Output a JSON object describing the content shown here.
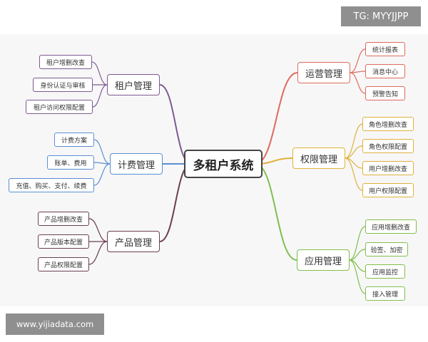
{
  "watermark_top": "TG: MYYJJPP",
  "watermark_bottom": "www.yijiadata.com",
  "center": "多租户系统",
  "branches": {
    "tenant": {
      "label": "租户管理",
      "color": "#7e5a93",
      "items": [
        "租户增删改查",
        "身份认证与审核",
        "租户访问权限配置"
      ]
    },
    "billing": {
      "label": "计费管理",
      "color": "#5b8fd1",
      "items": [
        "计费方案",
        "账单、费用",
        "充值、购买、支付、续费"
      ]
    },
    "product": {
      "label": "产品管理",
      "color": "#6b3f54",
      "items": [
        "产品增删改查",
        "产品版本配置",
        "产品权限配置"
      ]
    },
    "ops": {
      "label": "运营管理",
      "color": "#e06a5c",
      "items": [
        "统计报表",
        "消息中心",
        "预警告知"
      ]
    },
    "perm": {
      "label": "权限管理",
      "color": "#e0b13c",
      "items": [
        "角色增删改查",
        "角色权限配置",
        "用户增删改查",
        "用户权限配置"
      ]
    },
    "app": {
      "label": "应用管理",
      "color": "#7fbf4d",
      "items": [
        "应用增删改查",
        "验签、加密",
        "应用监控",
        "接入管理"
      ]
    }
  }
}
